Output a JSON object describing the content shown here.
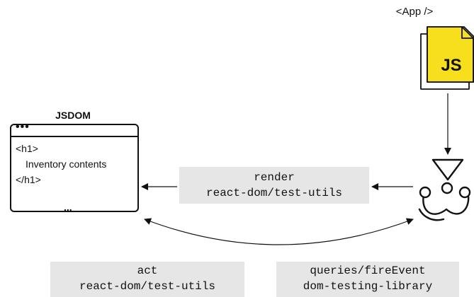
{
  "app_label": "<App />",
  "js_file_icon": {
    "text": "JS",
    "color": "#f7df1e",
    "icon": "javascript-file-icon"
  },
  "jsdom": {
    "title": "JSDOM",
    "dots": "•••",
    "lines": [
      "<h1>",
      "Inventory contents",
      "</h1>"
    ],
    "ellipsis": "..."
  },
  "render_box": {
    "line1": "render",
    "line2": "react-dom/test-utils"
  },
  "act_box": {
    "line1": "act",
    "line2": "react-dom/test-utils"
  },
  "queries_box": {
    "line1": "queries/fireEvent",
    "line2": "dom-testing-library"
  },
  "jest_icon": {
    "icon": "jest-icon"
  },
  "colors": {
    "box_fill": "#e6e6e6",
    "js_yellow": "#f7df1e",
    "stroke": "#111111"
  }
}
